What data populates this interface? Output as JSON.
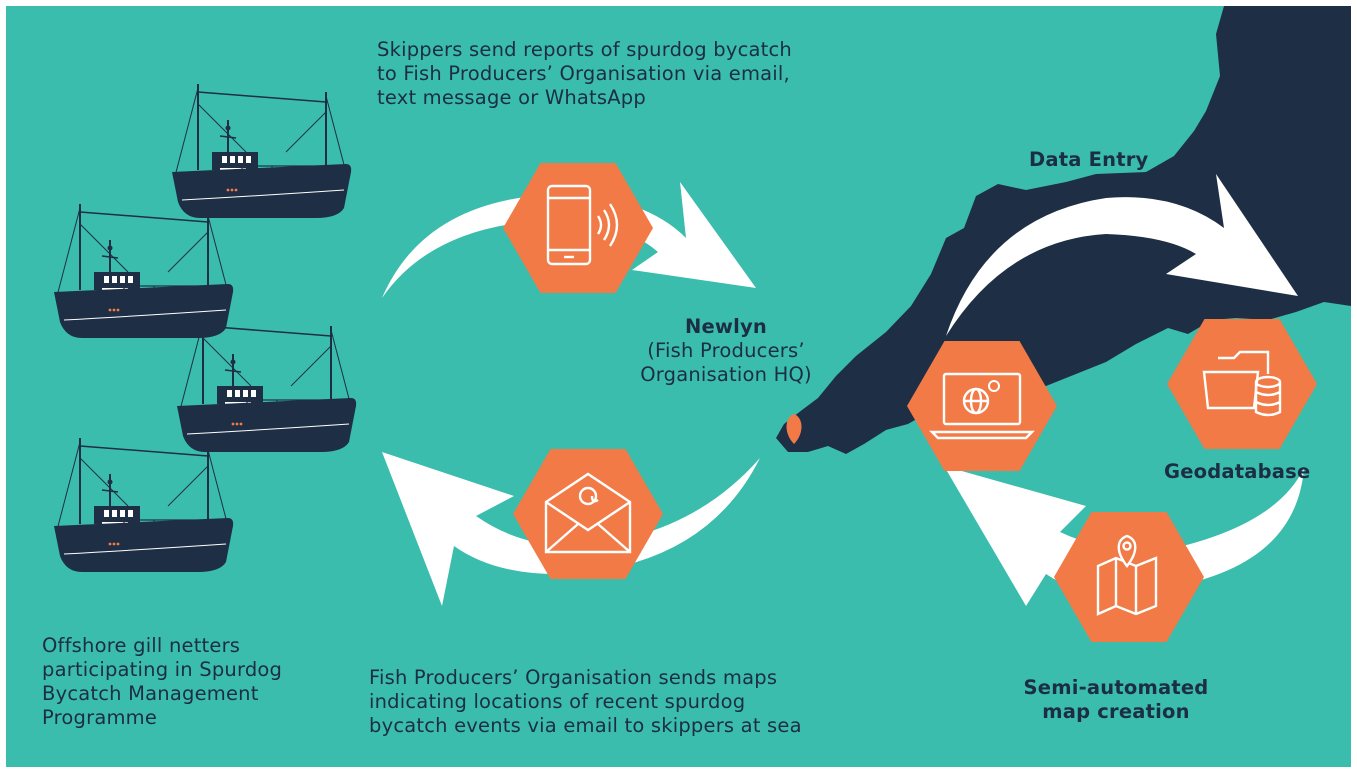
{
  "colors": {
    "sea": "#3abdac",
    "land": "#1e2f45",
    "hexagon": "#f27a46",
    "arrow": "#ffffff",
    "text": "#1c2e44",
    "vessel_hull": "#1e2f45"
  },
  "top_caption": {
    "lines": [
      "Skippers send reports of spurdog bycatch",
      "to Fish Producers’ Organisation via email,",
      "text message or WhatsApp"
    ]
  },
  "newlyn": {
    "title": "Newlyn",
    "subtitle_lines": [
      "(Fish Producers’",
      "Organisation HQ)"
    ]
  },
  "gill_netters_caption": {
    "lines": [
      "Offshore gill netters",
      "participating in Spurdog",
      "Bycatch Management",
      "Programme"
    ]
  },
  "bottom_caption": {
    "lines": [
      "Fish Producers’ Organisation sends maps",
      "indicating locations of recent spurdog",
      "bycatch events via email to skippers at sea"
    ]
  },
  "steps": {
    "data_entry": "Data Entry",
    "geodatabase": "Geodatabase",
    "map_creation_lines": [
      "Semi-automated",
      "map creation"
    ]
  },
  "icons": {
    "phone": "mobile-phone-signal-icon",
    "email": "email-envelope-icon",
    "laptop": "laptop-web-icon",
    "geodatabase": "folder-database-icon",
    "map": "map-pin-icon",
    "location": "location-pin-icon"
  }
}
